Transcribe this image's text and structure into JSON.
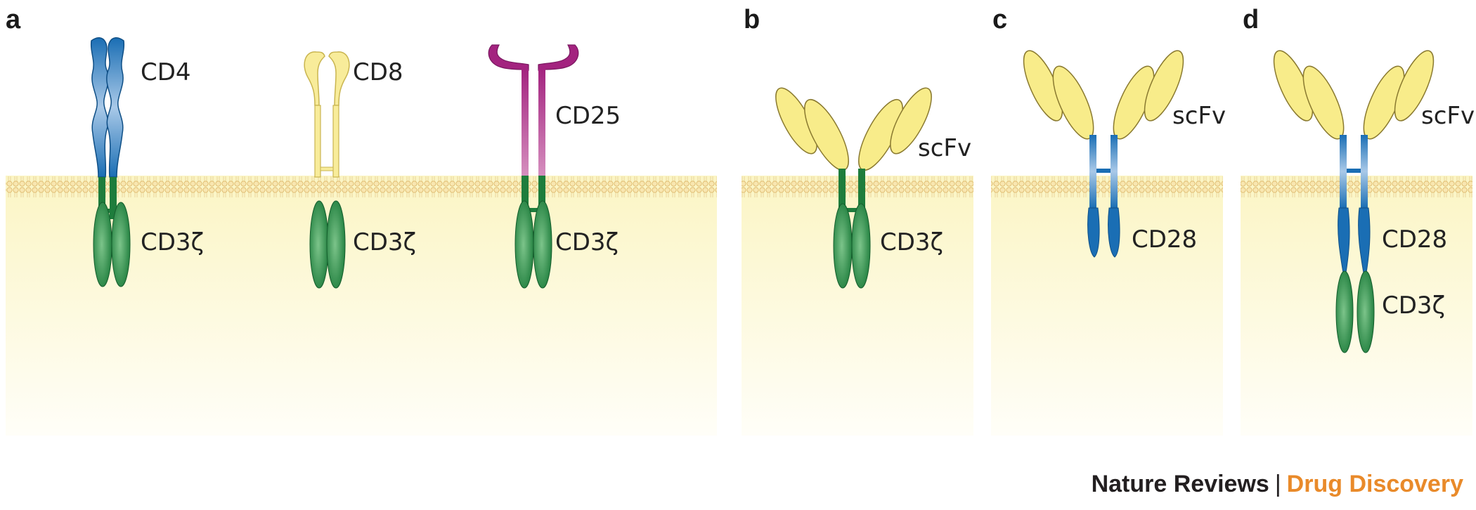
{
  "panels": [
    {
      "letter": "a",
      "labels": {
        "cd4": "CD4",
        "cd8": "CD8",
        "cd25": "CD25",
        "cd3z_1": "CD3ζ",
        "cd3z_2": "CD3ζ",
        "cd3z_3": "CD3ζ"
      }
    },
    {
      "letter": "b",
      "labels": {
        "scfv": "scFv",
        "cd3z": "CD3ζ"
      }
    },
    {
      "letter": "c",
      "labels": {
        "scfv": "scFv",
        "cd28": "CD28"
      }
    },
    {
      "letter": "d",
      "labels": {
        "scfv": "scFv",
        "cd28": "CD28",
        "cd3z": "CD3ζ"
      }
    }
  ],
  "credit": {
    "publisher": "Nature Reviews",
    "separator": "|",
    "journal": "Drug Discovery"
  },
  "colors": {
    "cd3z_green": "#1e7d3c",
    "cd4_blue": "#1a6eb4",
    "cd8_yellow": "#f8ec9a",
    "cd25_magenta": "#a3237f",
    "scfv_yellow": "#f8ec8a",
    "cd28_blue": "#1a6eb4",
    "membrane": "#f2d99a",
    "cytoplasm": "#fbf6c8"
  }
}
